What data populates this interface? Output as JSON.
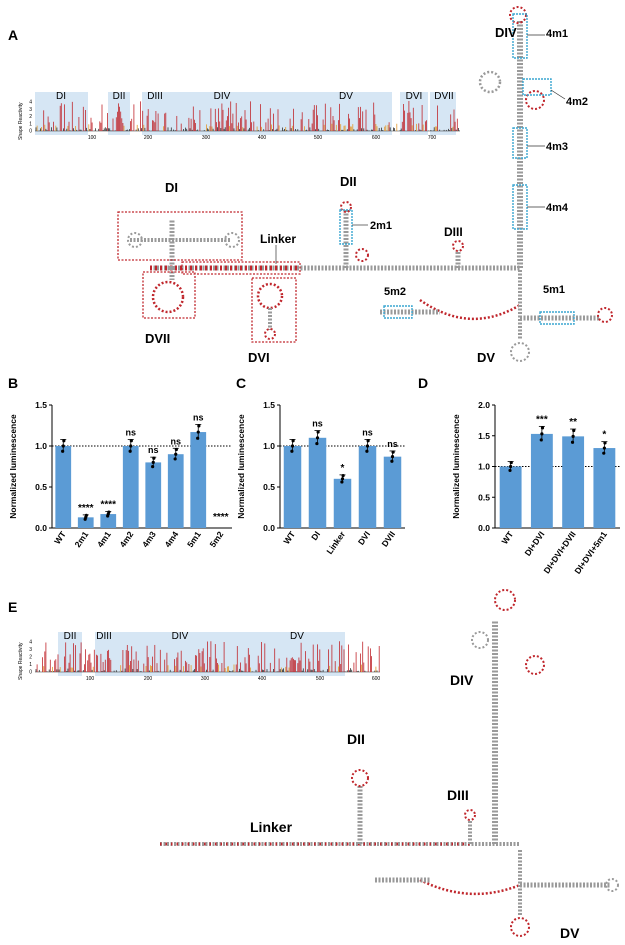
{
  "panels": {
    "A": {
      "letter": "A",
      "shape_plot": {
        "ylabel": "Shape Reactivity",
        "yticks": [
          "0",
          "1",
          "2",
          "3",
          "4"
        ],
        "xticks": [
          "100",
          "200",
          "300",
          "400",
          "500",
          "600",
          "700"
        ],
        "domains": [
          "DI",
          "DII",
          "DIII",
          "DIV",
          "DV",
          "DVI",
          "DVII"
        ]
      },
      "structure_labels": {
        "DI": "DI",
        "DII": "DII",
        "DIII": "DIII",
        "DIV": "DIV",
        "DV": "DV",
        "DVI": "DVI",
        "DVII": "DVII",
        "linker": "Linker",
        "m2m1": "2m1",
        "m4m1": "4m1",
        "m4m2": "4m2",
        "m4m3": "4m3",
        "m4m4": "4m4",
        "m5m1": "5m1",
        "m5m2": "5m2"
      }
    },
    "B": {
      "letter": "B"
    },
    "C": {
      "letter": "C"
    },
    "D": {
      "letter": "D"
    },
    "E": {
      "letter": "E",
      "shape_plot": {
        "ylabel": "Shape Reactivity",
        "yticks": [
          "0",
          "1",
          "2",
          "3",
          "4"
        ],
        "xticks": [
          "100",
          "200",
          "300",
          "400",
          "500",
          "600"
        ],
        "domains": [
          "DII",
          "DIII",
          "DIV",
          "DV"
        ]
      },
      "structure_labels": {
        "DII": "DII",
        "DIII": "DIII",
        "DIV": "DIV",
        "DV": "DV",
        "linker": "Linker"
      }
    }
  },
  "chart_data": [
    {
      "panel": "B",
      "type": "bar",
      "ylabel": "Normalized luminescence",
      "ylim": [
        0,
        1.5
      ],
      "yticks": [
        "0.0",
        "0.5",
        "1.0",
        "1.5"
      ],
      "reference_line": 1.0,
      "categories": [
        "WT",
        "2m1",
        "4m1",
        "4m2",
        "4m3",
        "4m4",
        "5m1",
        "5m2"
      ],
      "values": [
        1.0,
        0.13,
        0.17,
        1.0,
        0.8,
        0.9,
        1.17,
        0.0
      ],
      "significance": [
        "",
        "****",
        "****",
        "ns",
        "ns",
        "ns",
        "ns",
        "****"
      ]
    },
    {
      "panel": "C",
      "type": "bar",
      "ylabel": "Normalized luminescence",
      "ylim": [
        0,
        1.5
      ],
      "yticks": [
        "0.0",
        "0.5",
        "1.0",
        "1.5"
      ],
      "reference_line": 1.0,
      "categories": [
        "WT",
        "DI",
        "Linker",
        "DVI",
        "DVII"
      ],
      "values": [
        1.0,
        1.1,
        0.6,
        1.0,
        0.87
      ],
      "significance": [
        "",
        "ns",
        "*",
        "ns",
        "ns"
      ]
    },
    {
      "panel": "D",
      "type": "bar",
      "ylabel": "Normalized luminescence",
      "ylim": [
        0,
        2.0
      ],
      "yticks": [
        "0.0",
        "0.5",
        "1.0",
        "1.5",
        "2.0"
      ],
      "reference_line": 1.0,
      "categories": [
        "WT",
        "DI+DVI",
        "DI+DVI+DVII",
        "DI+DVI+5m1"
      ],
      "values": [
        1.0,
        1.53,
        1.49,
        1.3
      ],
      "significance": [
        "",
        "***",
        "**",
        "*"
      ]
    }
  ],
  "colors": {
    "bar": "#5b9bd5",
    "accent_red": "#c0272d",
    "nt_gray": "#9a9a9a",
    "domain_shade": "#d6e6f4",
    "mut_box": "#3aa6d0"
  }
}
